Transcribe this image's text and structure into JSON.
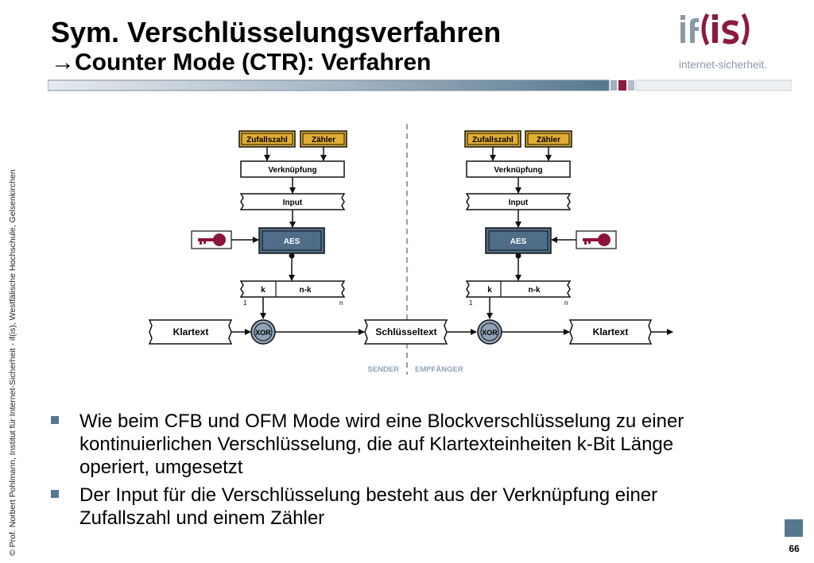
{
  "title": {
    "line1": "Sym. Verschlüsselungsverfahren",
    "line2": "Counter Mode (CTR): Verfahren",
    "arrow": "→"
  },
  "logo": {
    "mark": "if(is)",
    "subtitle": "internet-sicherheit."
  },
  "copyright": "© Prof. Norbert Pohlmann, Institut für Internet-Sicherheit - if(is), Westfälische Hochschule, Gelsenkirchen",
  "diagram": {
    "sender": {
      "zufallszahl": "Zufallszahl",
      "zaehler": "Zähler",
      "verknuepfung": "Verknüpfung",
      "input": "Input",
      "aes": "AES",
      "k": "k",
      "nk": "n-k",
      "idx1": "1",
      "idxn": "n",
      "xor": "XOR",
      "klartext": "Klartext"
    },
    "receiver": {
      "zufallszahl": "Zufallszahl",
      "zaehler": "Zähler",
      "verknuepfung": "Verknüpfung",
      "input": "Input",
      "aes": "AES",
      "k": "k",
      "nk": "n-k",
      "idx1": "1",
      "idxn": "n",
      "xor": "XOR",
      "klartext": "Klartext"
    },
    "schluesseltext": "Schlüsseltext",
    "sender_label": "SENDER",
    "empfaenger_label": "EMPFÄNGER"
  },
  "bullets": [
    "Wie beim CFB und OFM Mode wird eine Blockverschlüsselung zu einer kontinuierlichen Verschlüsselung, die auf Klartexteinheiten k-Bit Länge operiert, umgesetzt",
    "Der Input für die Verschlüsselung besteht aus der Verknüpfung einer Zufallszahl und einem Zähler"
  ],
  "page_number": "66",
  "colors": {
    "accent": "#55788f",
    "brand_red": "#8b1a3c",
    "brand_grey": "#8a97a8",
    "key_red": "#8b1538",
    "gold": "#e1ad32",
    "aes_fill": "#4f6d88",
    "xor_fill": "#8fa3b8"
  }
}
